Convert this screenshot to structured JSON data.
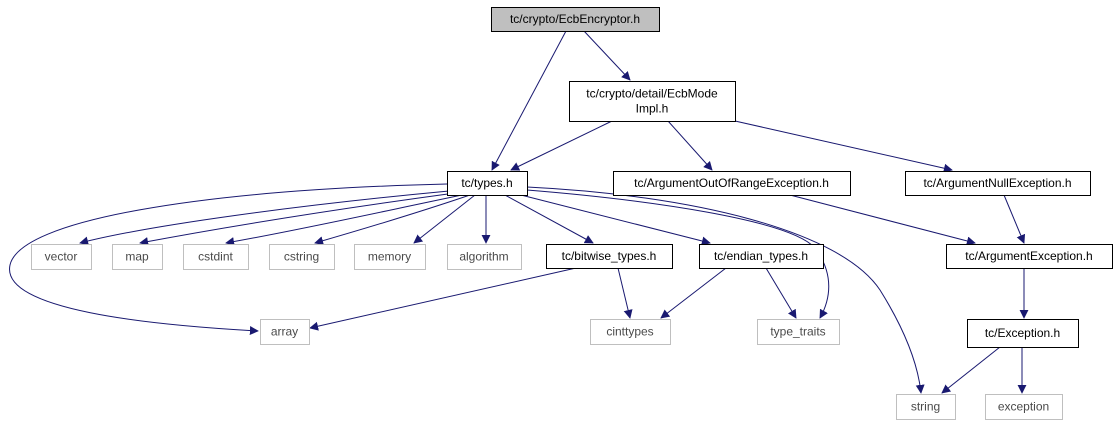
{
  "diagram": {
    "colors": {
      "edge": "#191970",
      "root_fill": "#bfbfbf",
      "node_border": "#000000",
      "external_border": "#bfbfbf",
      "node_fill": "#ffffff"
    },
    "nodes": [
      {
        "id": "ecbencryptor",
        "lines": [
          "tc/crypto/EcbEncryptor.h"
        ],
        "kind": "root"
      },
      {
        "id": "ecbmodeimpl",
        "lines": [
          "tc/crypto/detail/EcbMode",
          "Impl.h"
        ],
        "kind": "header"
      },
      {
        "id": "types",
        "lines": [
          "tc/types.h"
        ],
        "kind": "header"
      },
      {
        "id": "argoutofrange",
        "lines": [
          "tc/ArgumentOutOfRangeException.h"
        ],
        "kind": "header"
      },
      {
        "id": "argnull",
        "lines": [
          "tc/ArgumentNullException.h"
        ],
        "kind": "header"
      },
      {
        "id": "vector",
        "lines": [
          "vector"
        ],
        "kind": "external"
      },
      {
        "id": "map",
        "lines": [
          "map"
        ],
        "kind": "external"
      },
      {
        "id": "cstdint",
        "lines": [
          "cstdint"
        ],
        "kind": "external"
      },
      {
        "id": "cstring",
        "lines": [
          "cstring"
        ],
        "kind": "external"
      },
      {
        "id": "memory",
        "lines": [
          "memory"
        ],
        "kind": "external"
      },
      {
        "id": "algorithm",
        "lines": [
          "algorithm"
        ],
        "kind": "external"
      },
      {
        "id": "bitwise",
        "lines": [
          "tc/bitwise_types.h"
        ],
        "kind": "header"
      },
      {
        "id": "endian",
        "lines": [
          "tc/endian_types.h"
        ],
        "kind": "header"
      },
      {
        "id": "argexc",
        "lines": [
          "tc/ArgumentException.h"
        ],
        "kind": "header"
      },
      {
        "id": "array",
        "lines": [
          "array"
        ],
        "kind": "external"
      },
      {
        "id": "cinttypes",
        "lines": [
          "cinttypes"
        ],
        "kind": "external"
      },
      {
        "id": "typetraits",
        "lines": [
          "type_traits"
        ],
        "kind": "external"
      },
      {
        "id": "exception_h",
        "lines": [
          "tc/Exception.h"
        ],
        "kind": "header"
      },
      {
        "id": "string",
        "lines": [
          "string"
        ],
        "kind": "external"
      },
      {
        "id": "exception",
        "lines": [
          "exception"
        ],
        "kind": "external"
      }
    ],
    "edges": [
      {
        "from": "ecbencryptor",
        "to": "types"
      },
      {
        "from": "ecbencryptor",
        "to": "ecbmodeimpl"
      },
      {
        "from": "ecbmodeimpl",
        "to": "types"
      },
      {
        "from": "ecbmodeimpl",
        "to": "argoutofrange"
      },
      {
        "from": "ecbmodeimpl",
        "to": "argnull"
      },
      {
        "from": "types",
        "to": "vector"
      },
      {
        "from": "types",
        "to": "map"
      },
      {
        "from": "types",
        "to": "cstdint"
      },
      {
        "from": "types",
        "to": "cstring"
      },
      {
        "from": "types",
        "to": "memory"
      },
      {
        "from": "types",
        "to": "algorithm"
      },
      {
        "from": "types",
        "to": "bitwise"
      },
      {
        "from": "types",
        "to": "endian"
      },
      {
        "from": "types",
        "to": "array"
      },
      {
        "from": "types",
        "to": "typetraits"
      },
      {
        "from": "types",
        "to": "string"
      },
      {
        "from": "bitwise",
        "to": "array"
      },
      {
        "from": "bitwise",
        "to": "cinttypes"
      },
      {
        "from": "endian",
        "to": "cinttypes"
      },
      {
        "from": "endian",
        "to": "typetraits"
      },
      {
        "from": "argoutofrange",
        "to": "argexc"
      },
      {
        "from": "argnull",
        "to": "argexc"
      },
      {
        "from": "argexc",
        "to": "exception_h"
      },
      {
        "from": "exception_h",
        "to": "string"
      },
      {
        "from": "exception_h",
        "to": "exception"
      }
    ]
  }
}
